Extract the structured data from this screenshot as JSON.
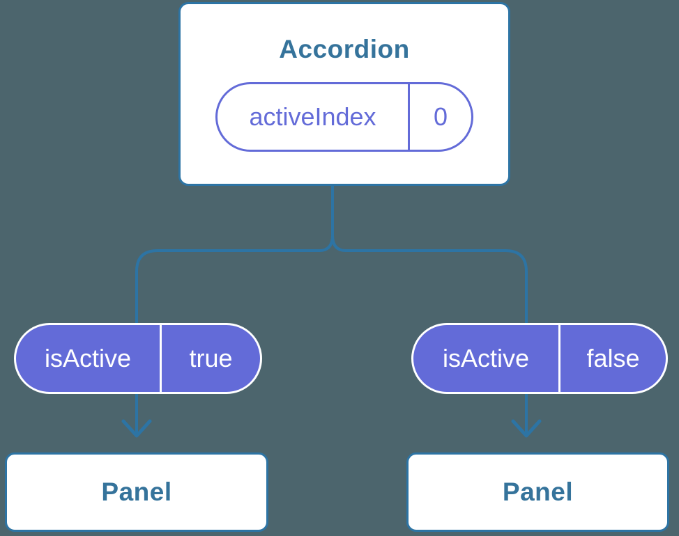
{
  "diagram": {
    "root": {
      "title": "Accordion",
      "state_pill": {
        "name": "activeIndex",
        "value": "0"
      }
    },
    "children": [
      {
        "prop_pill": {
          "name": "isActive",
          "value": "true"
        },
        "panel": "Panel"
      },
      {
        "prop_pill": {
          "name": "isActive",
          "value": "false"
        },
        "panel": "Panel"
      }
    ]
  },
  "theme": {
    "background": "#4C656D",
    "line-blue": "#2D74A4",
    "text-teal": "#35739B",
    "purple": "#636BD8",
    "node-fill": "#FFFFFF"
  }
}
